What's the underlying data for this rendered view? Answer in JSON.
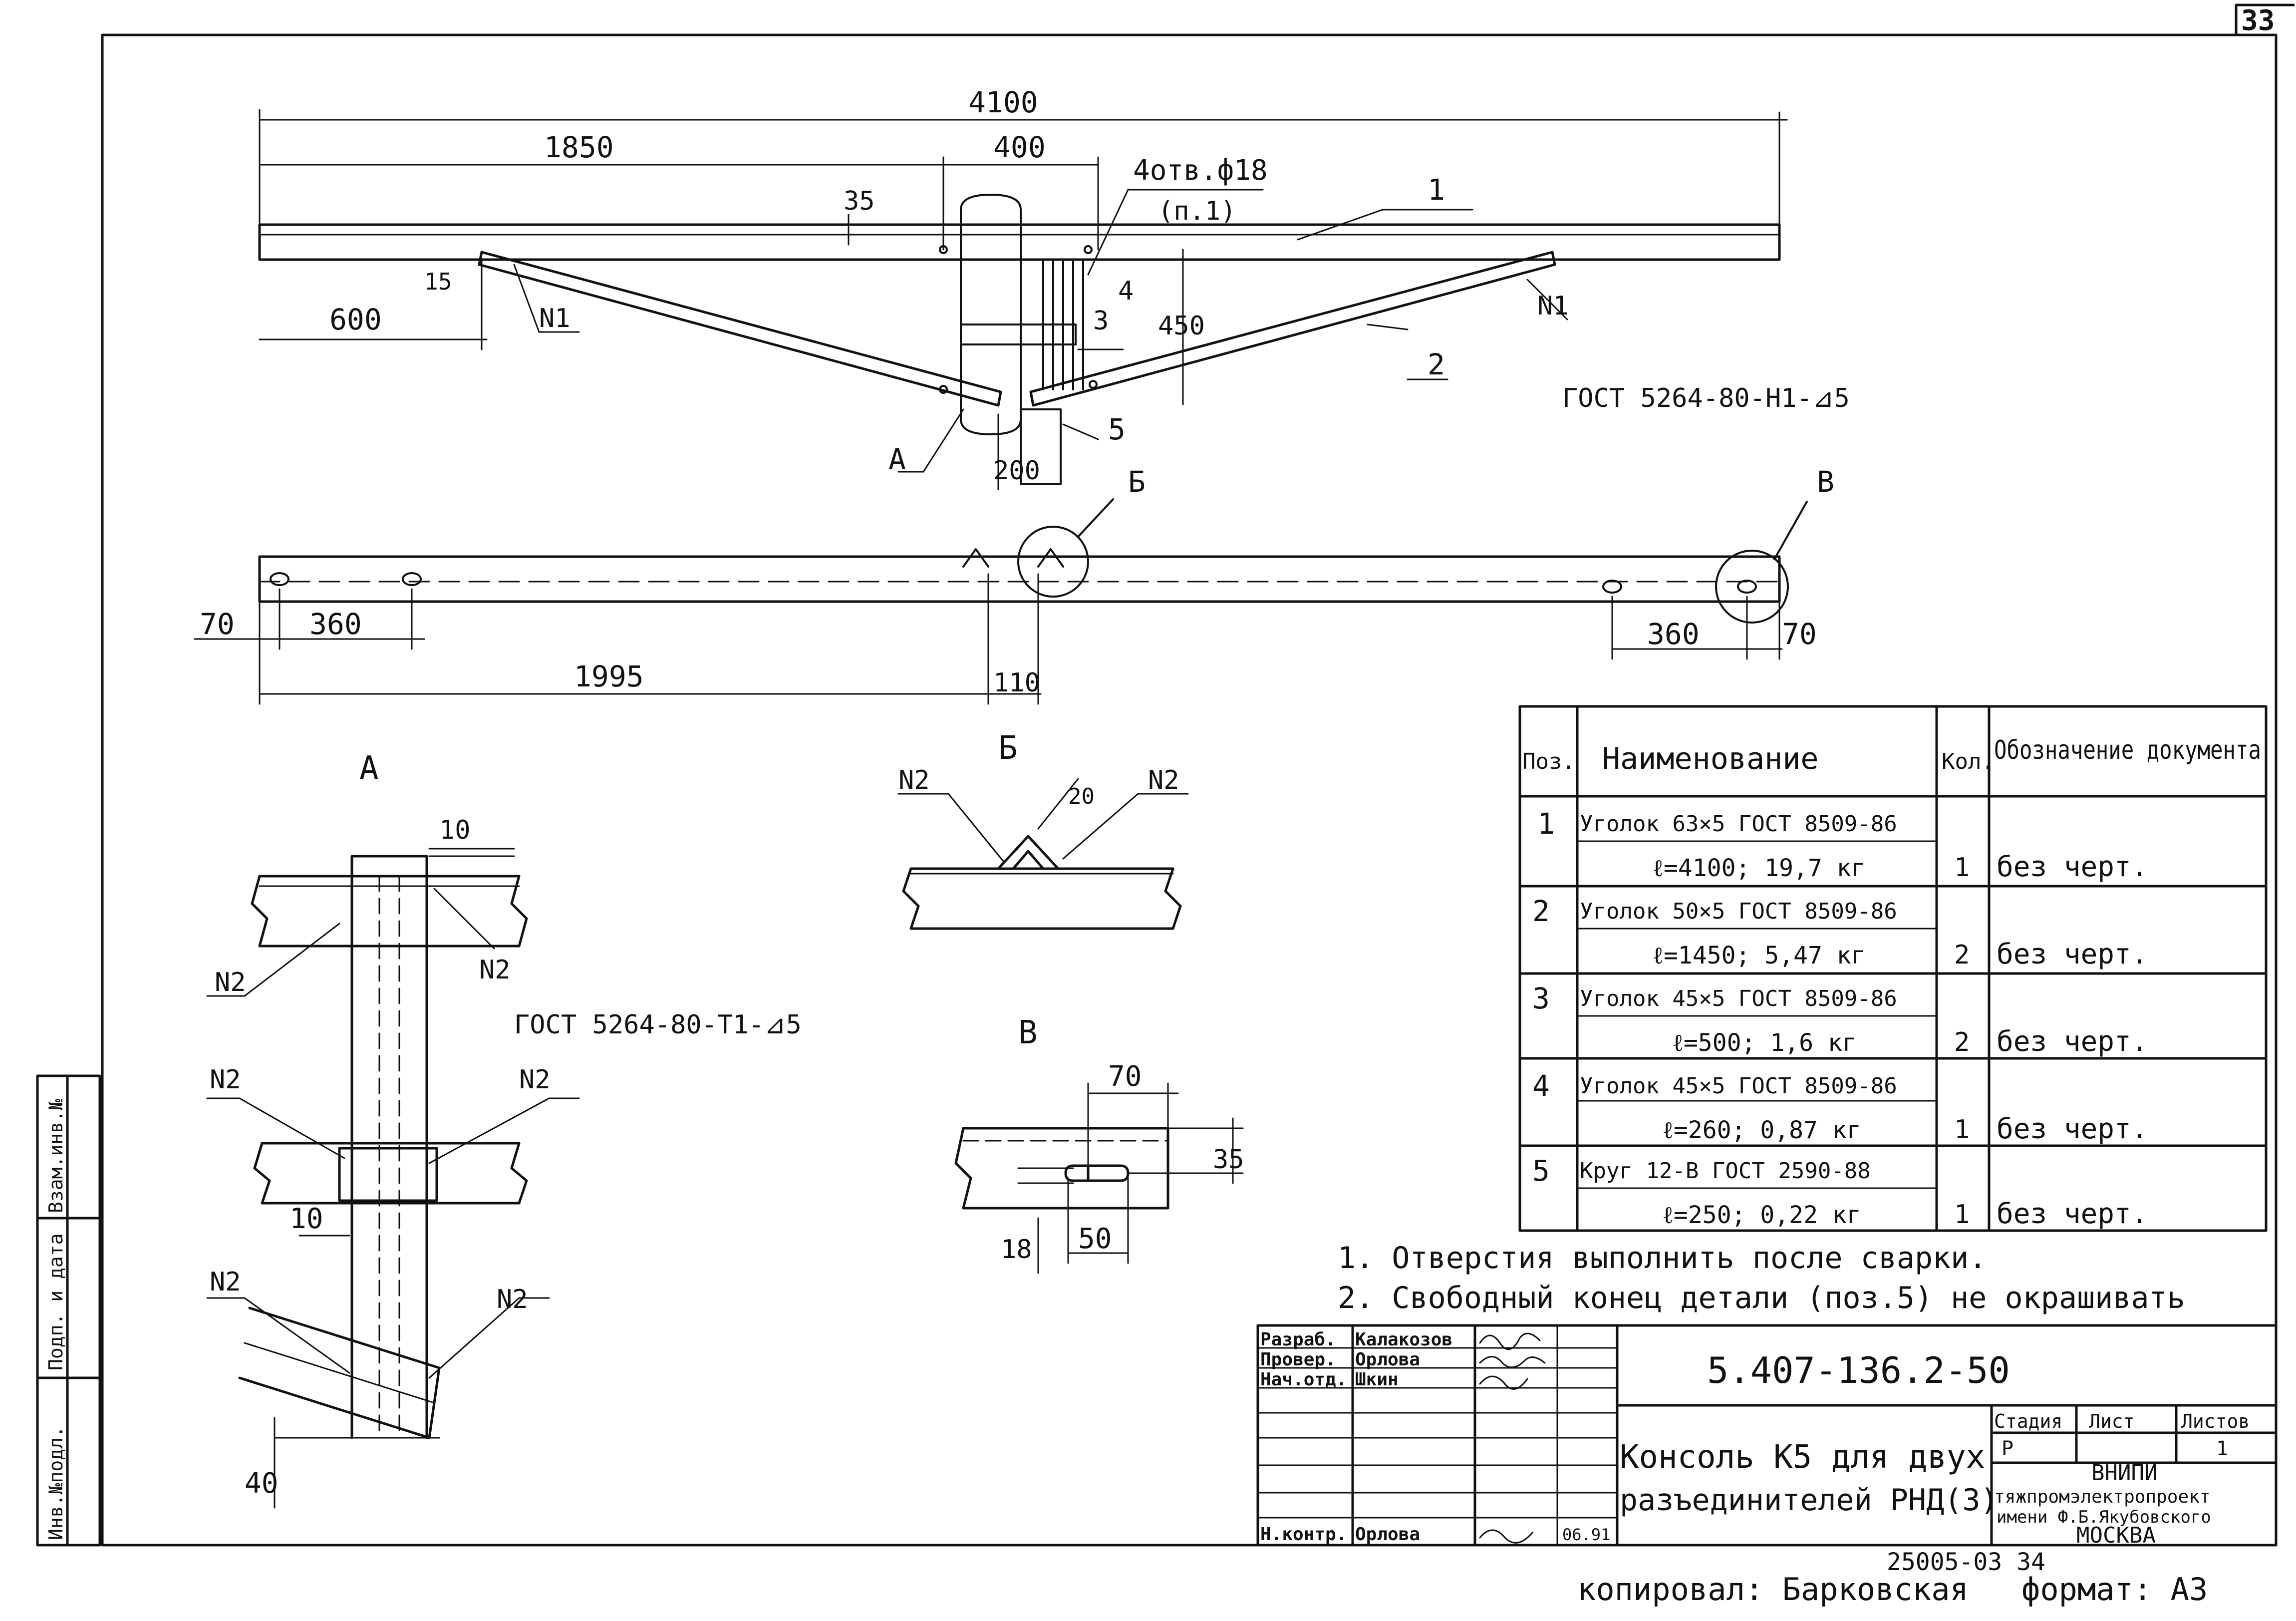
{
  "sheet": {
    "sheet_number": "33",
    "format": "формат: А3",
    "copied_by": "копировал: Барковская",
    "archive_number": "25005-03  34"
  },
  "main_view": {
    "dims": {
      "total": "4100",
      "left_part": "1850",
      "middle": "400",
      "holes_note": "4отв.ф18",
      "holes_note_ref": "(п.1)",
      "d35": "35",
      "d15": "15",
      "d600": "600",
      "d450": "450",
      "d200": "200"
    },
    "labels": {
      "n1_left": "N1",
      "n1_right": "N1",
      "pos1": "1",
      "pos2": "2",
      "pos3": "3",
      "pos4": "4",
      "pos5": "5",
      "view_a": "А",
      "view_b": "Б",
      "view_v": "В",
      "weld_note": "ГОСТ 5264-80-Н1-⊿5"
    }
  },
  "plan_view": {
    "dims": {
      "d70_left": "70",
      "d360_left": "360",
      "d1995": "1995",
      "d110": "110",
      "d360_right": "360",
      "d70_right": "70"
    }
  },
  "detail_a": {
    "title": "А",
    "d10_top": "10",
    "d10_mid": "10",
    "d40": "40",
    "n2_labels": [
      "N2",
      "N2",
      "N2",
      "N2",
      "N2",
      "N2"
    ],
    "weld_note": "ГОСТ 5264-80-Т1-⊿5"
  },
  "detail_b": {
    "title": "Б",
    "n2_left": "N2",
    "n2_right": "N2",
    "d20": "20"
  },
  "detail_v": {
    "title": "В",
    "d70": "70",
    "d35": "35",
    "d18": "18",
    "d50": "50"
  },
  "spec_table": {
    "headers": [
      "Поз.",
      "Наименование",
      "Кол.",
      "Обозначение документа"
    ],
    "rows": [
      {
        "pos": "1",
        "name": "Уголок 63×5 ГОСТ 8509-86",
        "detail": "ℓ=4100; 19,7 кг",
        "qty": "1",
        "doc": "без черт."
      },
      {
        "pos": "2",
        "name": "Уголок 50×5 ГОСТ 8509-86",
        "detail": "ℓ=1450; 5,47 кг",
        "qty": "2",
        "doc": "без черт."
      },
      {
        "pos": "3",
        "name": "Уголок 45×5 ГОСТ 8509-86",
        "detail": "ℓ=500; 1,6 кг",
        "qty": "2",
        "doc": "без черт."
      },
      {
        "pos": "4",
        "name": "Уголок 45×5 ГОСТ 8509-86",
        "detail": "ℓ=260; 0,87 кг",
        "qty": "1",
        "doc": "без черт."
      },
      {
        "pos": "5",
        "name": "Круг 12-В ГОСТ 2590-88",
        "detail": "ℓ=250; 0,22 кг",
        "qty": "1",
        "doc": "без черт."
      }
    ]
  },
  "notes": [
    "1. Отверстия выполнить после сварки.",
    "2. Свободный конец детали (поз.5) не окрашивать"
  ],
  "title_block": {
    "doc_code": "5.407-136.2-50",
    "title_line1": "Консоль К5 для двух",
    "title_line2": "разъединителей РНД(З)",
    "roles": [
      {
        "role": "Разраб.",
        "name": "Калакозов",
        "date": ""
      },
      {
        "role": "Провер.",
        "name": "Орлова",
        "date": ""
      },
      {
        "role": "Нач.отд.",
        "name": "Шкин",
        "date": ""
      },
      {
        "role": "",
        "name": "",
        "date": ""
      },
      {
        "role": "",
        "name": "",
        "date": ""
      },
      {
        "role": "",
        "name": "",
        "date": ""
      },
      {
        "role": "Н.контр.",
        "name": "Орлова",
        "date": "06.91"
      }
    ],
    "stage_header": "Стадия",
    "sheet_header": "Лист",
    "sheets_header": "Листов",
    "stage": "Р",
    "sheet": "",
    "sheets": "1",
    "org_line1": "ВНИПИ",
    "org_line2": "тяжпромэлектропроект",
    "org_line3": "имени Ф.Б.Якубовского",
    "org_line4": "МОСКВА"
  },
  "side_stamp": {
    "cells": [
      "Инв.№подл.",
      "Подп. и дата",
      "Взам.инв.№"
    ]
  }
}
